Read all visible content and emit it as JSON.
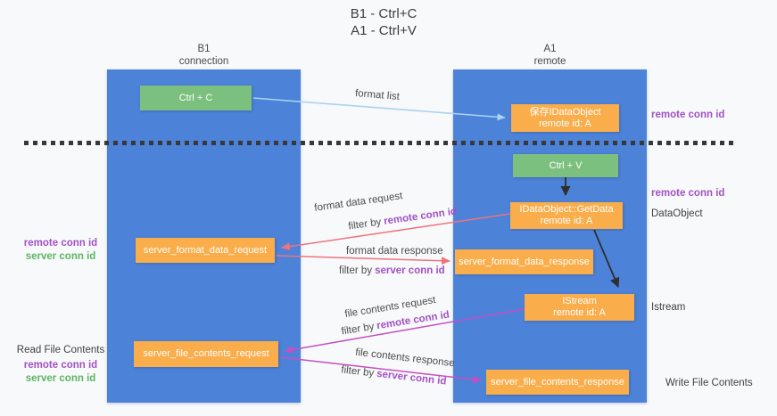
{
  "title": {
    "line1": "B1 - Ctrl+C",
    "line2": "A1 - Ctrl+V"
  },
  "lanes": {
    "left": {
      "name": "B1",
      "role": "connection"
    },
    "right": {
      "name": "A1",
      "role": "remote"
    }
  },
  "boxes": {
    "ctrl_c": {
      "label": "Ctrl + C"
    },
    "ctrl_v": {
      "label": "Ctrl + V"
    },
    "save_idataobject": {
      "line1": "保存IDataObject",
      "line2": "remote id: A"
    },
    "getdata": {
      "line1": "IDataObject::GetData",
      "line2": "remote id: A"
    },
    "istream": {
      "line1": "IStream",
      "line2": "remote id: A"
    },
    "format_request": {
      "label": "server_format_data_request"
    },
    "format_response": {
      "label": "server_format_data_response"
    },
    "file_request": {
      "label": "server_file_contents_request"
    },
    "file_response": {
      "label": "server_file_contents_response"
    }
  },
  "flow_labels": {
    "format_list": "format list",
    "format_data_request": "format data request",
    "format_data_response": "format data response",
    "file_contents_request": "file contents request",
    "file_contents_response": "file contents response",
    "filter_by": "filter by",
    "remote_conn_id": "remote conn id",
    "server_conn_id": "server conn id"
  },
  "side_labels": {
    "left": {
      "remote_conn_id_top": "remote conn id",
      "server_conn_id_top": "server conn id",
      "read_file_contents": "Read File Contents",
      "remote_conn_id_bottom": "remote conn id",
      "server_conn_id_bottom": "server conn id"
    },
    "right": {
      "remote_conn_id_top": "remote conn id",
      "remote_conn_id_mid": "remote conn id",
      "dataobject": "DataObject",
      "istream": "Istream",
      "write_file_contents": "Write File Contents"
    }
  },
  "colors": {
    "lane_blue": "#4d82d9",
    "box_green": "#7cc07f",
    "box_orange": "#f9ad4b",
    "arrow_light_blue": "#a9d3ee",
    "arrow_salmon": "#ed737e",
    "arrow_magenta": "#c44fc4",
    "arrow_black": "#2e2e2e",
    "label_purple": "#a251c5",
    "label_green": "#5db564",
    "background": "#f8f9fa"
  }
}
